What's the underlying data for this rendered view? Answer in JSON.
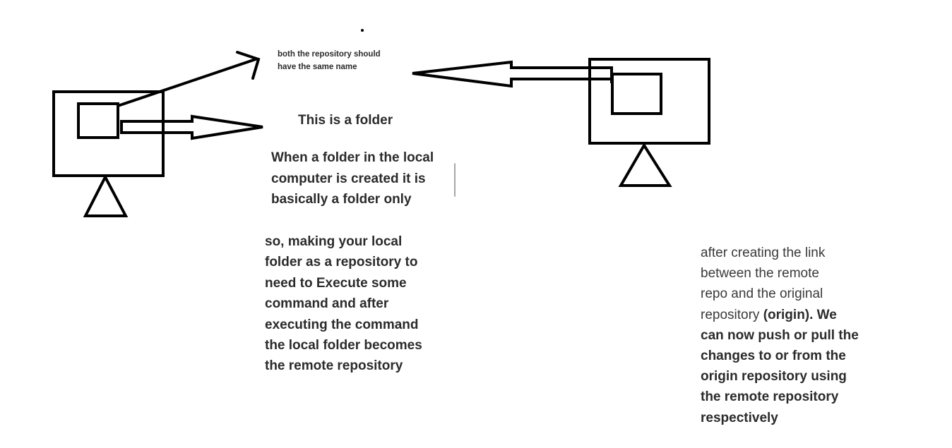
{
  "note": {
    "text": "both the repository should\nhave the same name"
  },
  "local_folder": {
    "title": "This is a folder",
    "description": "When a folder in the local\ncomputer is created it is\nbasically a folder only"
  },
  "conversion": {
    "text": "so, making your local\nfolder as a repository to\nneed to Execute some\ncommand and after\nexecuting the command\nthe local folder becomes\nthe remote repository"
  },
  "link_explanation": {
    "regular": "after creating the link\nbetween the remote\nrepo and the original\nrepository ",
    "bold": "(origin). We\ncan now push or pull the\nchanges to or from the\norigin repository using\nthe remote repository\nrespectively"
  },
  "colors": {
    "stroke": "#000000",
    "text": "#2b2b2b",
    "background": "#ffffff"
  },
  "icons": {
    "left_computer": "computer-monitor-icon",
    "right_computer": "computer-monitor-icon"
  }
}
